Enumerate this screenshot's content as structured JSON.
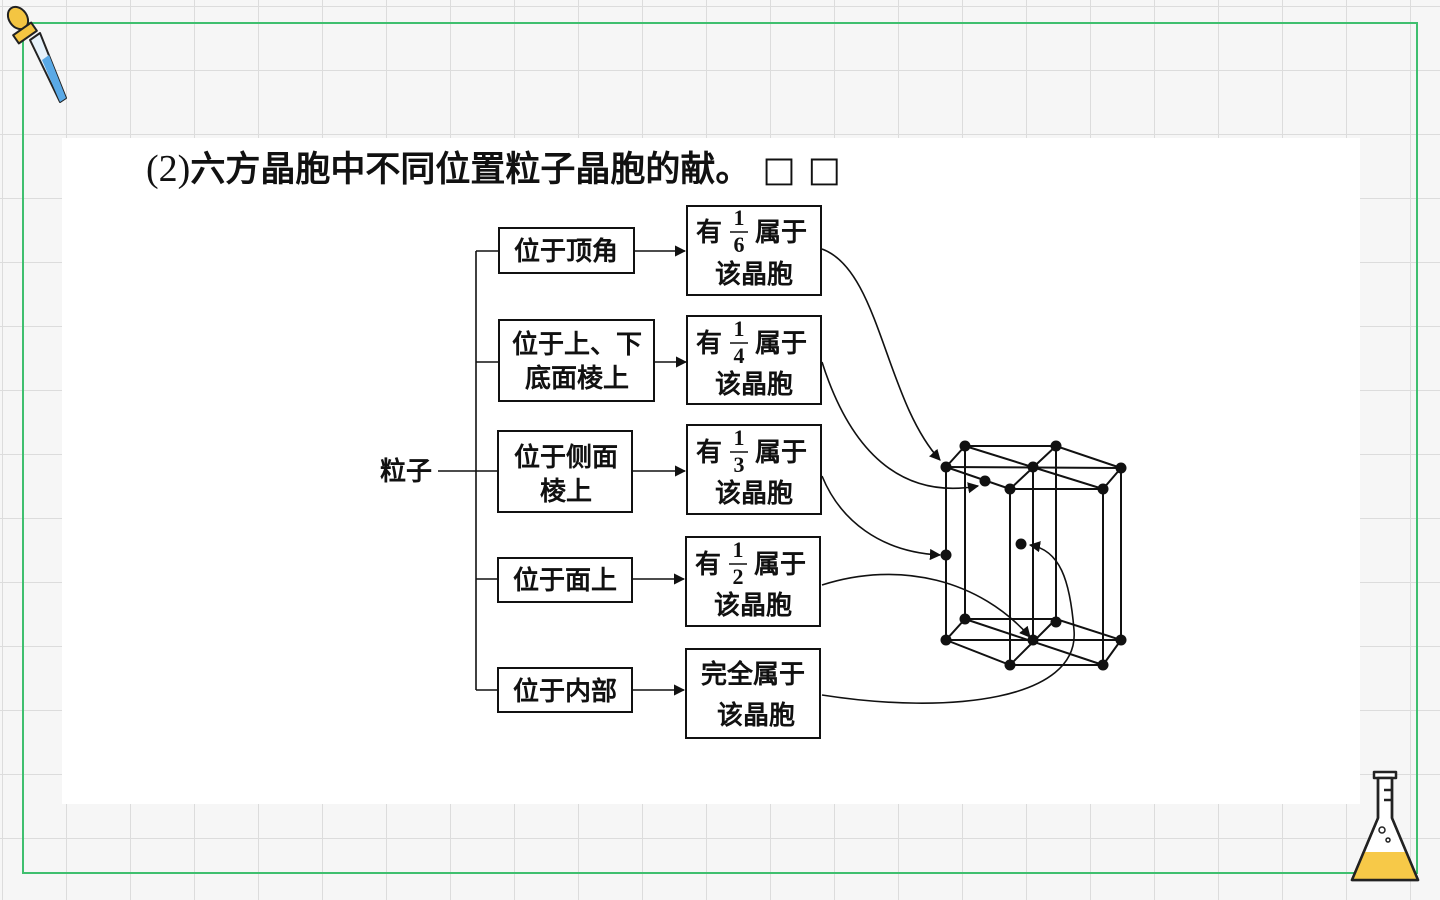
{
  "title": {
    "prefix": "(2)",
    "text": "六方晶胞中不同位置粒子晶胞的献。 □ □"
  },
  "root_label": "粒子",
  "positions": [
    {
      "lines": [
        "位于顶角"
      ]
    },
    {
      "lines": [
        "位于上、下",
        "底面棱上"
      ]
    },
    {
      "lines": [
        "位于侧面",
        "棱上"
      ]
    },
    {
      "lines": [
        "位于面上"
      ]
    },
    {
      "lines": [
        "位于内部"
      ]
    }
  ],
  "shares": [
    {
      "pre": "有",
      "num": "1",
      "den": "6",
      "post": "属于",
      "line2": "该晶胞"
    },
    {
      "pre": "有",
      "num": "1",
      "den": "4",
      "post": "属于",
      "line2": "该晶胞"
    },
    {
      "pre": "有",
      "num": "1",
      "den": "3",
      "post": "属于",
      "line2": "该晶胞"
    },
    {
      "pre": "有",
      "num": "1",
      "den": "2",
      "post": "属于",
      "line2": "该晶胞"
    },
    {
      "line1": "完全属于",
      "line2": "该晶胞"
    }
  ],
  "colors": {
    "frame": "#3fbf6f",
    "grid": "#dcdcdc",
    "ink": "#111111",
    "flask_liquid": "#f7c948",
    "dropper_liquid": "#5aa9e6"
  },
  "icons": {
    "top_left": "dropper-icon",
    "bottom_right": "flask-icon"
  }
}
